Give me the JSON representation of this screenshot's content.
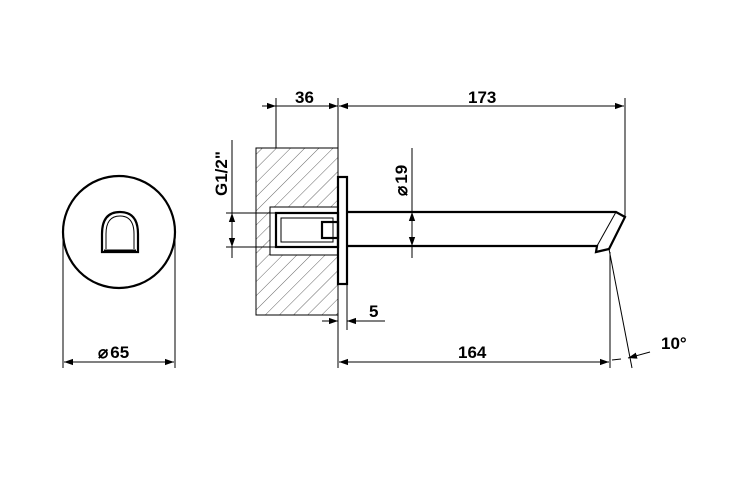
{
  "dimensions": {
    "wall_depth": "36",
    "spout_total_length": "173",
    "connection_thread": "G1/2\"",
    "spout_diameter": "19",
    "flange_thickness": "5",
    "rosette_diameter": "65",
    "spout_projection": "164",
    "spout_angle": "10°"
  },
  "symbols": {
    "diameter": "⌀"
  }
}
